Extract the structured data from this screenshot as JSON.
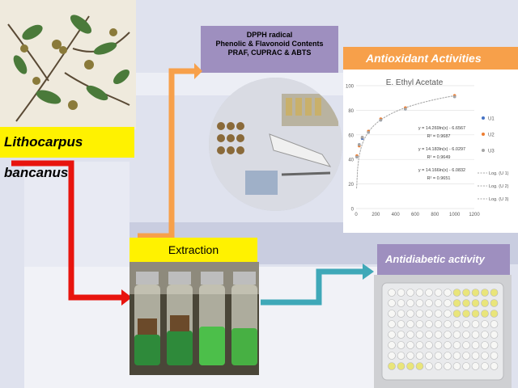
{
  "plant_label": "Lithocarpus bancanus",
  "extraction_label": "Extraction",
  "assays": {
    "line1": "DPPH radical",
    "line2": "Phenolic & Flavonoid Contents",
    "line3": "PRAF, CUPRAC & ABTS"
  },
  "antioxidant_title": "Antioxidant Activities",
  "antidiabetic_title": "Antidiabetic activity",
  "chart_data": {
    "type": "scatter",
    "title": "E. Ethyl Acetate",
    "xlim": [
      0,
      1200
    ],
    "ylim": [
      0,
      100
    ],
    "x_ticks": [
      "0",
      "200",
      "400",
      "600",
      "800",
      "1000",
      "1200"
    ],
    "y_ticks": [
      "0",
      "20",
      "40",
      "60",
      "80",
      "100"
    ],
    "x": [
      7.8,
      31.25,
      62.5,
      125,
      250,
      500,
      1000
    ],
    "series": [
      {
        "name": "U1",
        "color": "#4472c4",
        "values": [
          42,
          52,
          57,
          62,
          72,
          81,
          91
        ]
      },
      {
        "name": "U2",
        "color": "#ed7d31",
        "values": [
          43,
          51,
          58,
          63,
          73,
          82,
          92
        ]
      },
      {
        "name": "U3",
        "color": "#a5a5a5",
        "values": [
          42,
          52,
          58,
          62,
          72,
          81,
          91
        ]
      }
    ],
    "trend_legend": [
      "Log. (U 1)",
      "Log. (U 2)",
      "Log. (U 3)"
    ],
    "equations": [
      {
        "eq": "y = 14.269ln(x) - 6.6567",
        "r2": "R² = 0.9687"
      },
      {
        "eq": "y = 14.183ln(x) - 6.0297",
        "r2": "R² = 0.9649"
      },
      {
        "eq": "y = 14.166ln(x) - 6.0832",
        "r2": "R² = 0.9651"
      }
    ]
  }
}
